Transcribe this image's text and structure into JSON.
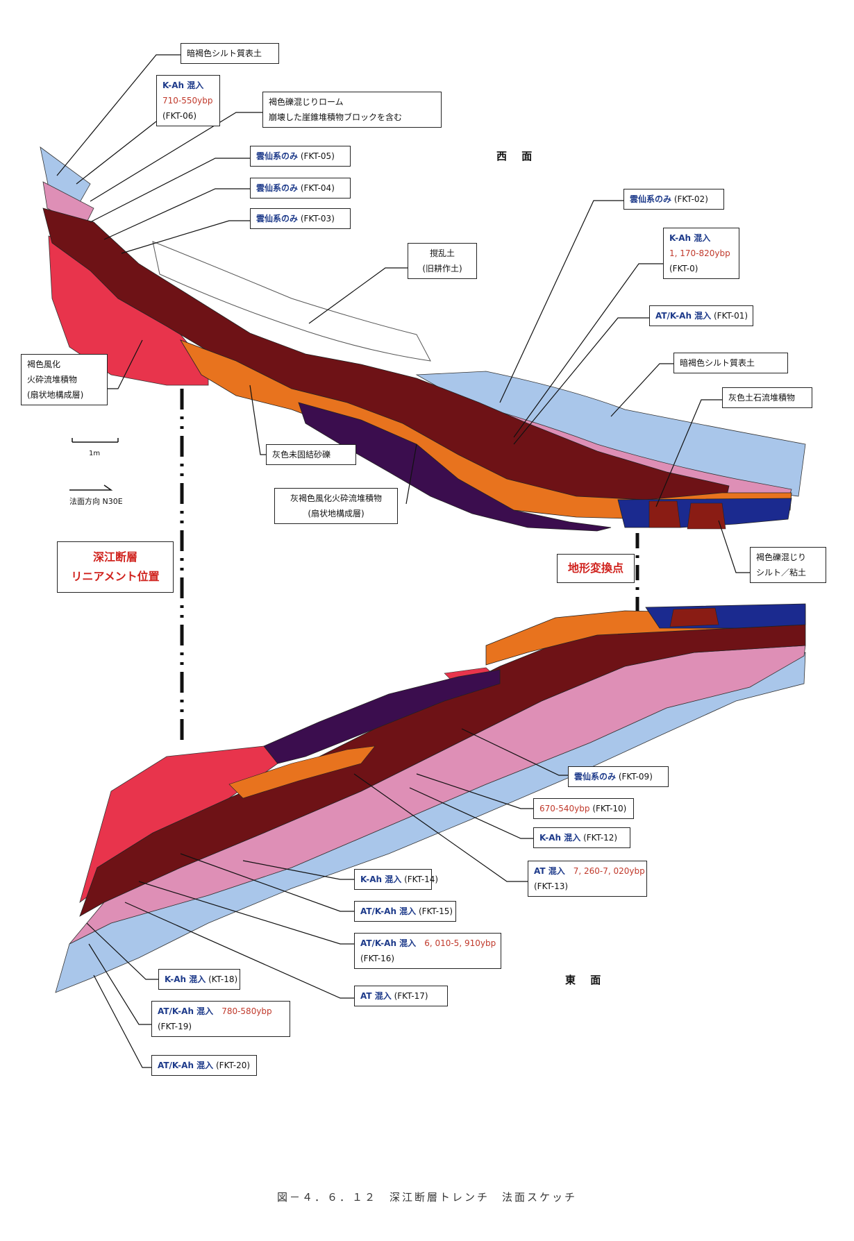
{
  "faces": {
    "west": "西 面",
    "east": "東 面"
  },
  "scale": {
    "bar_label": "1m",
    "direction_label": "法面方向 N30E"
  },
  "labels": {
    "dark_brown_topsoil_1": "暗褐色シルト質表土",
    "fkt06": {
      "l1": "K-Ah 混入",
      "l2": "710-550ybp",
      "l3": "(FKT-06)"
    },
    "brown_loam": {
      "l1": "褐色礫混じりローム",
      "l2": "崩壊した崖錐堆積物ブロックを含む"
    },
    "fkt05": {
      "a": "雲仙系のみ",
      "b": "(FKT-05)"
    },
    "fkt04": {
      "a": "雲仙系のみ",
      "b": "(FKT-04)"
    },
    "fkt03": {
      "a": "雲仙系のみ",
      "b": "(FKT-03)"
    },
    "disturbed": {
      "l1": "撹乱土",
      "l2": "(旧耕作土)"
    },
    "fkt02": {
      "a": "雲仙系のみ",
      "b": "(FKT-02)"
    },
    "fkt0": {
      "l1": "K-Ah 混入",
      "l2": "1, 170-820ybp",
      "l3": "(FKT-0)"
    },
    "fkt01": {
      "a": "AT/K-Ah 混入",
      "b": "(FKT-01)"
    },
    "dark_brown_topsoil_2": "暗褐色シルト質表土",
    "gray_earth_flow": "灰色土石流堆積物",
    "brown_weathered": {
      "l1": "褐色風化",
      "l2": "火砕流堆積物",
      "l3": "(扇状地構成層)"
    },
    "gray_gravel": "灰色未固結砂礫",
    "gray_brown_pyro": {
      "l1": "灰褐色風化火砕流堆積物",
      "l2": "(扇状地構成層)"
    },
    "brown_silt_clay": {
      "l1": "褐色礫混じり",
      "l2": "シルト／粘土"
    },
    "fault_line": {
      "l1": "深江断層",
      "l2": "リニアメント位置"
    },
    "topo_change": "地形変換点",
    "fkt09": {
      "a": "雲仙系のみ",
      "b": "(FKT-09)"
    },
    "fkt10": {
      "a": "670-540ybp",
      "b": "(FKT-10)"
    },
    "fkt12": {
      "a": "K-Ah 混入",
      "b": "(FKT-12)"
    },
    "fkt13": {
      "a": "AT 混入",
      "c": "7, 260-7, 020ybp",
      "b": "(FKT-13)"
    },
    "fkt14": {
      "a": "K-Ah 混入",
      "b": "(FKT-14)"
    },
    "fkt15": {
      "a": "AT/K-Ah 混入",
      "b": "(FKT-15)"
    },
    "fkt16": {
      "a": "AT/K-Ah 混入",
      "c": "6, 010-5, 910ybp",
      "b": "(FKT-16)"
    },
    "fkt17": {
      "a": "AT 混入",
      "b": "(FKT-17)"
    },
    "kt18": {
      "a": "K-Ah 混入",
      "b": "(KT-18)"
    },
    "fkt19": {
      "a": "AT/K-Ah 混入",
      "c": "780-580ybp",
      "b": "(FKT-19)"
    },
    "fkt20": {
      "a": "AT/K-Ah 混入",
      "b": "(FKT-20)"
    }
  },
  "caption": "図－４．６．１２　深江断層トレンチ　法面スケッチ",
  "colors": {
    "light_blue": "#a9c6ea",
    "pink": "#de8fb6",
    "maroon": "#6e1216",
    "red": "#e8344c",
    "orange": "#e8731e",
    "purple": "#3b0d4e",
    "navy": "#1b2a8f",
    "brown_red": "#8a1c14"
  }
}
